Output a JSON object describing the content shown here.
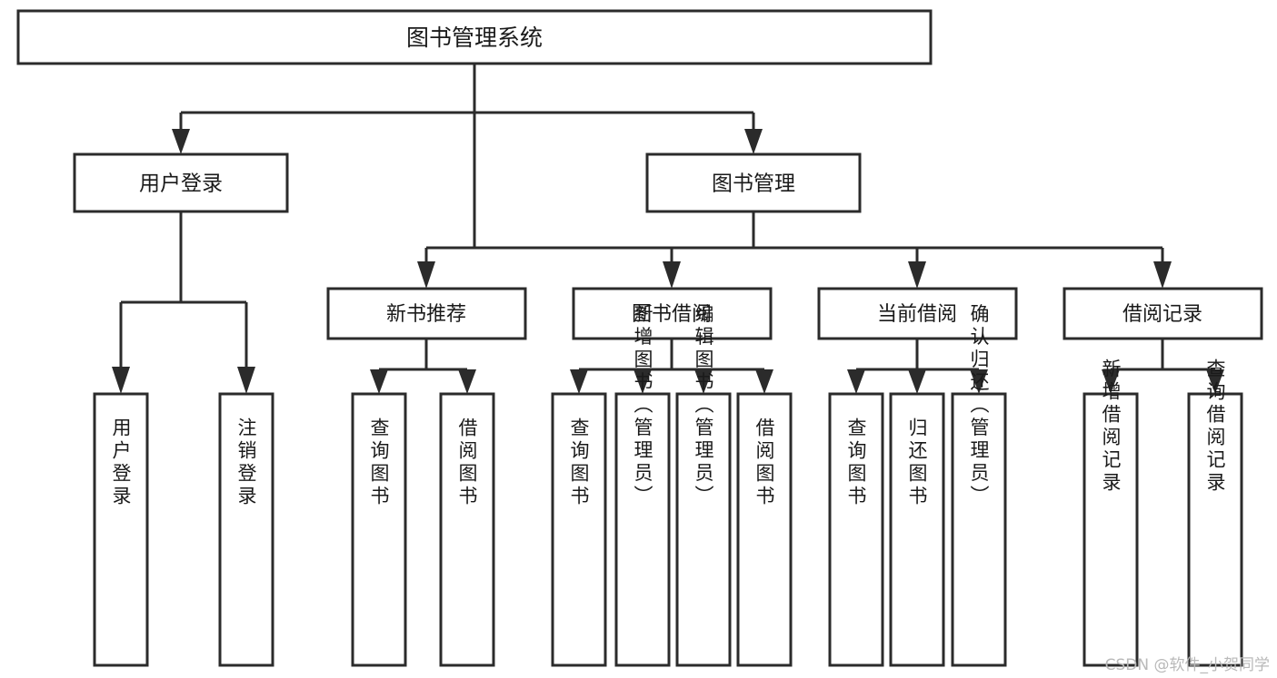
{
  "diagram": {
    "title": "图书管理系统",
    "type": "tree",
    "root": {
      "label": "图书管理系统"
    },
    "level2": [
      {
        "label": "用户登录"
      },
      {
        "label": "图书管理"
      }
    ],
    "level3": [
      {
        "label": "新书推荐",
        "parent": "图书管理"
      },
      {
        "label": "图书借阅",
        "parent": "图书管理"
      },
      {
        "label": "当前借阅",
        "parent": "图书管理"
      },
      {
        "label": "借阅记录",
        "parent": "图书管理"
      }
    ],
    "leaves": {
      "user_login": [
        {
          "label": "用户登录"
        },
        {
          "label": "注销登录"
        }
      ],
      "new_book_recommend": [
        {
          "label": "查询图书"
        },
        {
          "label": "借阅图书"
        }
      ],
      "book_borrow": [
        {
          "label": "查询图书"
        },
        {
          "label": "新增图书（管理员）"
        },
        {
          "label": "编辑图书（管理员）"
        },
        {
          "label": "借阅图书"
        }
      ],
      "current_borrow": [
        {
          "label": "查询图书"
        },
        {
          "label": "归还图书"
        },
        {
          "label": "确认归还（管理员）"
        }
      ],
      "borrow_record": [
        {
          "label": "新增借阅记录"
        },
        {
          "label": "查询借阅记录"
        }
      ]
    }
  },
  "colors": {
    "box_border": "#2b2b2b",
    "box_fill": "#ffffff",
    "line": "#2b2b2b",
    "text": "#1a1a1a",
    "watermark": "#b9b9b9",
    "background": "#ffffff"
  },
  "watermark": {
    "text": "CSDN @软件_小贺同学"
  }
}
